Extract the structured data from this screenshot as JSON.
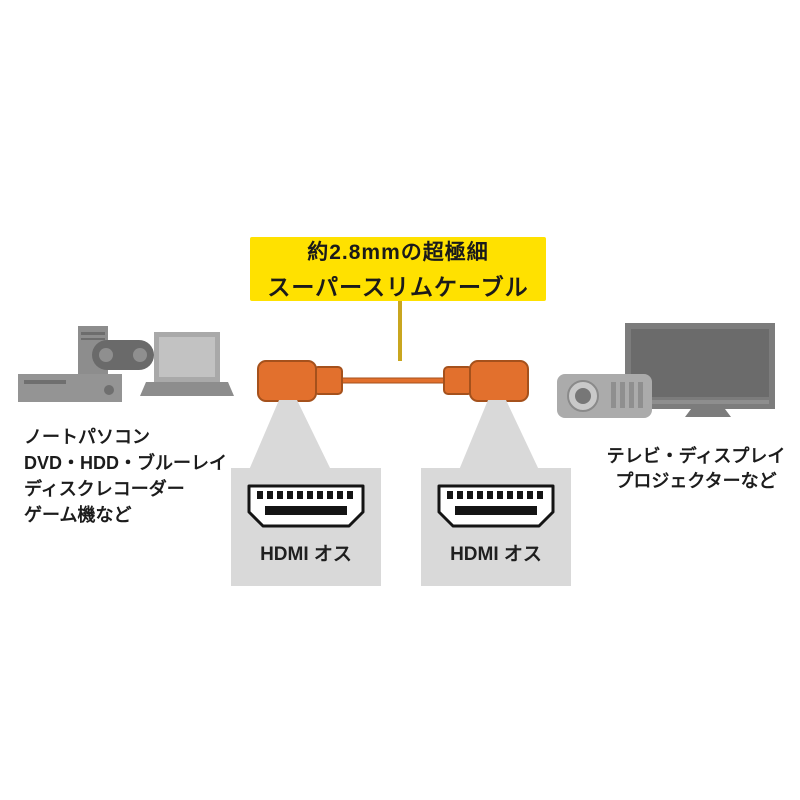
{
  "banner": {
    "line1": "約2.8mmの超極細",
    "line2": "スーパースリムケーブル"
  },
  "source_devices": {
    "lines": [
      "ノートパソコン",
      "DVD・HDD・ブルーレイ",
      "ディスクレコーダー",
      "ゲーム機など"
    ]
  },
  "display_devices": {
    "lines": [
      "テレビ・ディスプレイ",
      "プロジェクターなど"
    ]
  },
  "callouts": {
    "left_label": "HDMI オス",
    "right_label": "HDMI オス"
  },
  "colors": {
    "banner_bg": "#ffe100",
    "stem_color": "#c9a61f",
    "cable_orange": "#e2702d",
    "callout_gray": "#d9d9d9"
  }
}
